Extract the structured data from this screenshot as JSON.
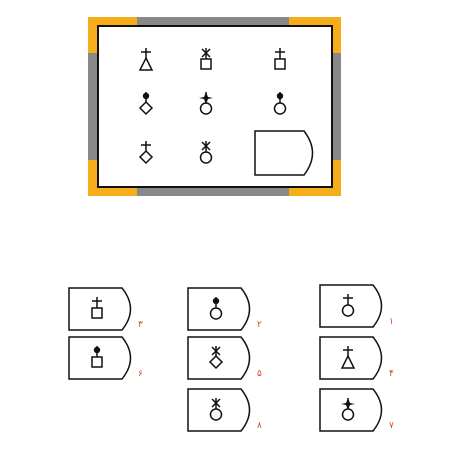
{
  "puzzle": {
    "frame_color": "#888888",
    "corner_color": "#f5ad1b",
    "grid": [
      {
        "top": "cross",
        "bottom": "triangle"
      },
      {
        "top": "star",
        "bottom": "square"
      },
      {
        "top": "cross",
        "bottom": "square"
      },
      {
        "top": "dot",
        "bottom": "diamond"
      },
      {
        "top": "spark",
        "bottom": "circle"
      },
      {
        "top": "dot",
        "bottom": "circle"
      },
      {
        "top": "cross",
        "bottom": "diamond"
      },
      {
        "top": "star",
        "bottom": "circle"
      },
      {
        "empty": true
      }
    ]
  },
  "answers": [
    {
      "label": "٣",
      "top": "cross",
      "bottom": "square"
    },
    {
      "label": "٢",
      "top": "dot",
      "bottom": "circle"
    },
    {
      "label": "١",
      "top": "cross",
      "bottom": "circle"
    },
    {
      "label": "۶",
      "top": "dot",
      "bottom": "square"
    },
    {
      "label": "۵",
      "top": "star",
      "bottom": "diamond"
    },
    {
      "label": "۴",
      "top": "cross",
      "bottom": "triangle"
    },
    {
      "label": "٨",
      "top": "star",
      "bottom": "circle"
    },
    {
      "label": "٧",
      "top": "spark",
      "bottom": "circle"
    }
  ]
}
